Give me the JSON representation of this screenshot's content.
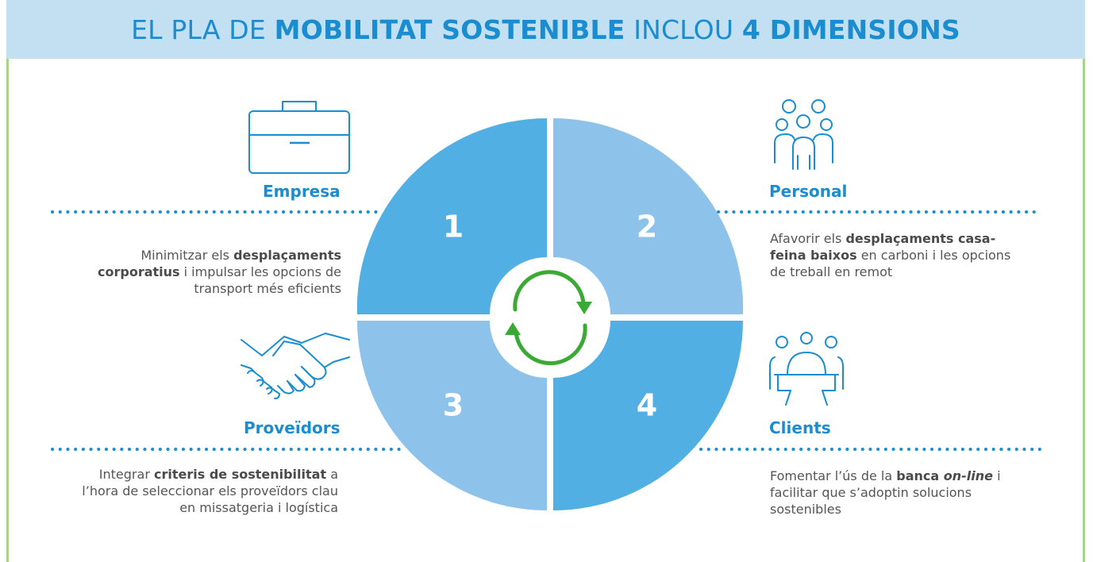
{
  "title": {
    "part1": "EL PLA DE ",
    "part2": "MOBILITAT SOSTENIBLE",
    "part3": " INCLOU ",
    "part4": "4 DIMENSIONS"
  },
  "colors": {
    "title_bg": "#c3dff2",
    "accent_blue": "#1a8dd0",
    "quad_dark": "#52afe3",
    "quad_light": "#8dc3ea",
    "cycle_green": "#3aaa35",
    "frame_green": "#a7d48a"
  },
  "quadrants": [
    {
      "number": "1",
      "shade": "dark"
    },
    {
      "number": "2",
      "shade": "light"
    },
    {
      "number": "3",
      "shade": "light"
    },
    {
      "number": "4",
      "shade": "dark"
    }
  ],
  "dimensions": {
    "empresa": {
      "icon": "briefcase-icon",
      "heading": "Empresa",
      "desc": [
        {
          "t": "Minimitzar els ",
          "b": false
        },
        {
          "t": "desplaçaments corporatius",
          "b": true
        },
        {
          "t": " i impulsar les opcions de transport més eficients",
          "b": false
        }
      ]
    },
    "personal": {
      "icon": "people-group-icon",
      "heading": "Personal",
      "desc": [
        {
          "t": "Afavorir els ",
          "b": false
        },
        {
          "t": "desplaçaments casa-feina baixos",
          "b": true
        },
        {
          "t": " en carboni i les opcions de treball en remot",
          "b": false
        }
      ]
    },
    "proveidors": {
      "icon": "handshake-icon",
      "heading": "Proveïdors",
      "desc": [
        {
          "t": "Integrar ",
          "b": false
        },
        {
          "t": "criteris de sostenibilitat",
          "b": true
        },
        {
          "t": " a l’hora de seleccionar els proveïdors clau en missatgeria i logística",
          "b": false
        }
      ]
    },
    "clients": {
      "icon": "meeting-table-icon",
      "heading": "Clients",
      "desc": [
        {
          "t": "Fomentar l’ús de la ",
          "b": false
        },
        {
          "t": "banca ",
          "b": true
        },
        {
          "t": "on-line",
          "b": true,
          "i": true
        },
        {
          "t": " i facilitar que s’adoptin solucions sostenibles",
          "b": false
        }
      ]
    }
  },
  "center_icon": "cycle-arrows-icon"
}
